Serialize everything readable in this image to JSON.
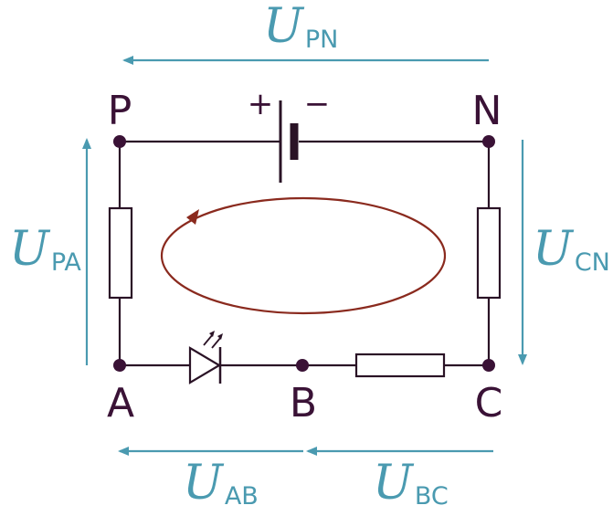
{
  "nodes": {
    "P": "P",
    "N": "N",
    "A": "A",
    "B": "B",
    "C": "C"
  },
  "battery": {
    "plus": "+",
    "minus": "−"
  },
  "voltages": {
    "pn": {
      "main": "U",
      "sub": "PN"
    },
    "pa": {
      "main": "U",
      "sub": "PA"
    },
    "cn": {
      "main": "U",
      "sub": "CN"
    },
    "ab": {
      "main": "U",
      "sub": "AB"
    },
    "bc": {
      "main": "U",
      "sub": "BC"
    }
  },
  "colors": {
    "wire": "#2a1326",
    "node": "#3a1236",
    "voltage_arrow": "#4a9ab0",
    "loop": "#8a2a1e"
  }
}
